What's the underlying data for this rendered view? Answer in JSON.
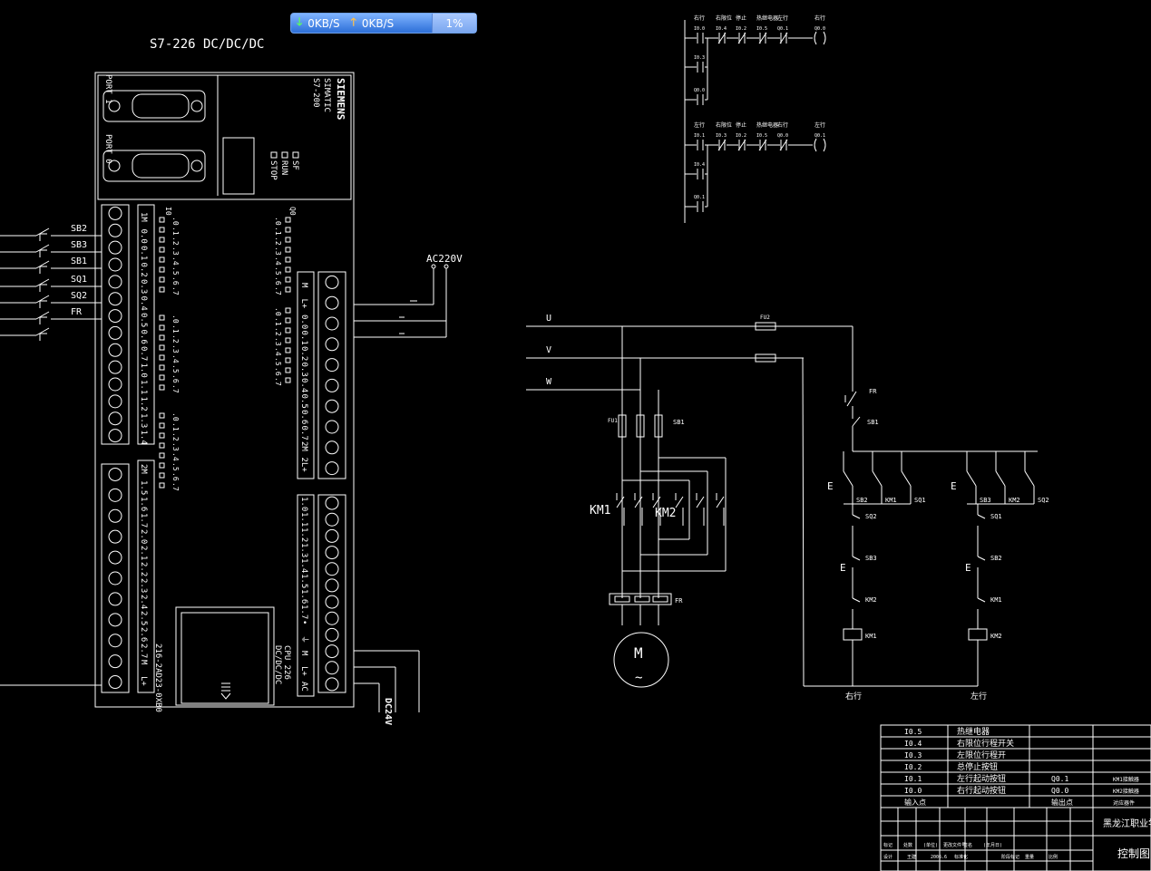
{
  "net_widget": {
    "download": "0KB/S",
    "upload": "0KB/S",
    "percent": "1%"
  },
  "plc": {
    "model": "S7-226 DC/DC/DC",
    "brand": "SIEMENS",
    "series": "SIMATIC",
    "subseries": "S7-200",
    "port1": "PORT 1",
    "port0": "PORT 0",
    "status": [
      "SF",
      "RUN",
      "STOP"
    ],
    "cpu_label": "CPU 226",
    "cpu_type": "DC/DC/DC",
    "part_no": "216-2AD23-0XB0",
    "left_top_terminals": [
      "1M",
      "0.0",
      "0.1",
      "0.2",
      "0.3",
      "0.4",
      "0.5",
      "0.6",
      "0.7",
      "1.0",
      "1.1",
      "1.2",
      "1.3",
      "1.4"
    ],
    "left_bottom_terminals": [
      "2M",
      "1.5",
      "1.6",
      "1.7",
      "2.0",
      "2.1",
      "2.2",
      "2.3",
      "2.4",
      "2.5",
      "2.6",
      "2.7",
      "M",
      "L+"
    ],
    "right_top_terminals": [
      "M",
      "L+",
      "0.0",
      "0.1",
      "0.2",
      "0.3",
      "0.4",
      "0.5",
      "0.6",
      "0.7",
      "2M",
      "2L+"
    ],
    "right_bottom_terminals": [
      "1.0",
      "1.1",
      "1.2",
      "1.3",
      "1.4",
      "1.5",
      "1.6",
      "1.7",
      "•",
      "⏚",
      "M",
      "L+",
      "AC"
    ]
  },
  "inputs": [
    "SB2",
    "SB3",
    "SB1",
    "SQ1",
    "SQ2",
    "FR"
  ],
  "supply_ac": "AC220V",
  "supply_dc": "DC24V",
  "power": {
    "phases": [
      "U",
      "V",
      "W"
    ],
    "fu1": "FU1",
    "fu2": "FU2",
    "sb1": "SB1",
    "km1": "KM1",
    "km2": "KM2",
    "fr": "FR",
    "motor": "M",
    "motor_sym": "~"
  },
  "control": {
    "fr": "FR",
    "sb1": "SB1",
    "row1": [
      "SB2",
      "KM1",
      "SQ1"
    ],
    "row2": [
      "SB3",
      "KM2",
      "SQ2"
    ],
    "col1": [
      "SQ2",
      "SB3",
      "KM2"
    ],
    "col2": [
      "SQ1",
      "SB2",
      "KM1"
    ],
    "coil1": "KM1",
    "coil2": "KM2",
    "label1": "右行",
    "label2": "左行"
  },
  "ladder": {
    "rung1_top": [
      "右行",
      "右限位",
      "停止",
      "热继电器",
      "左行",
      "右行"
    ],
    "rung1_addr": [
      "I0.0",
      "I0.4",
      "I0.2",
      "I0.5",
      "Q0.1",
      "Q0.0"
    ],
    "rung1_par": [
      "I0.3",
      "Q0.0"
    ],
    "rung2_top": [
      "左行",
      "右限位",
      "停止",
      "热继电器",
      "右行",
      "左行"
    ],
    "rung2_addr": [
      "I0.1",
      "I0.3",
      "I0.2",
      "I0.5",
      "Q0.0",
      "Q0.1"
    ],
    "rung2_par": [
      "I0.4",
      "Q0.1"
    ]
  },
  "io_table": {
    "rows": [
      [
        "I0.5",
        "热继电器",
        "",
        ""
      ],
      [
        "I0.4",
        "右限位行程开关",
        "",
        ""
      ],
      [
        "I0.3",
        "左限位行程开",
        "",
        ""
      ],
      [
        "I0.2",
        "总停止按钮",
        "",
        ""
      ],
      [
        "I0.1",
        "左行起动按钮",
        "Q0.1",
        "KM1接触器"
      ],
      [
        "I0.0",
        "右行起动按钮",
        "Q0.0",
        "KM2接触器"
      ],
      [
        "输入点",
        "",
        "输出点",
        "对应器件"
      ]
    ],
    "title_block": {
      "school": "黑龙江职业学",
      "drawing": "控制图",
      "r1": [
        "标记",
        "处数",
        "(单位)",
        "更改文件号",
        "签名",
        "(年月日)"
      ],
      "r2": [
        "设计",
        "王建",
        "2006.6",
        "标准化",
        "",
        "阶段标记",
        "重量",
        "比例"
      ]
    }
  }
}
